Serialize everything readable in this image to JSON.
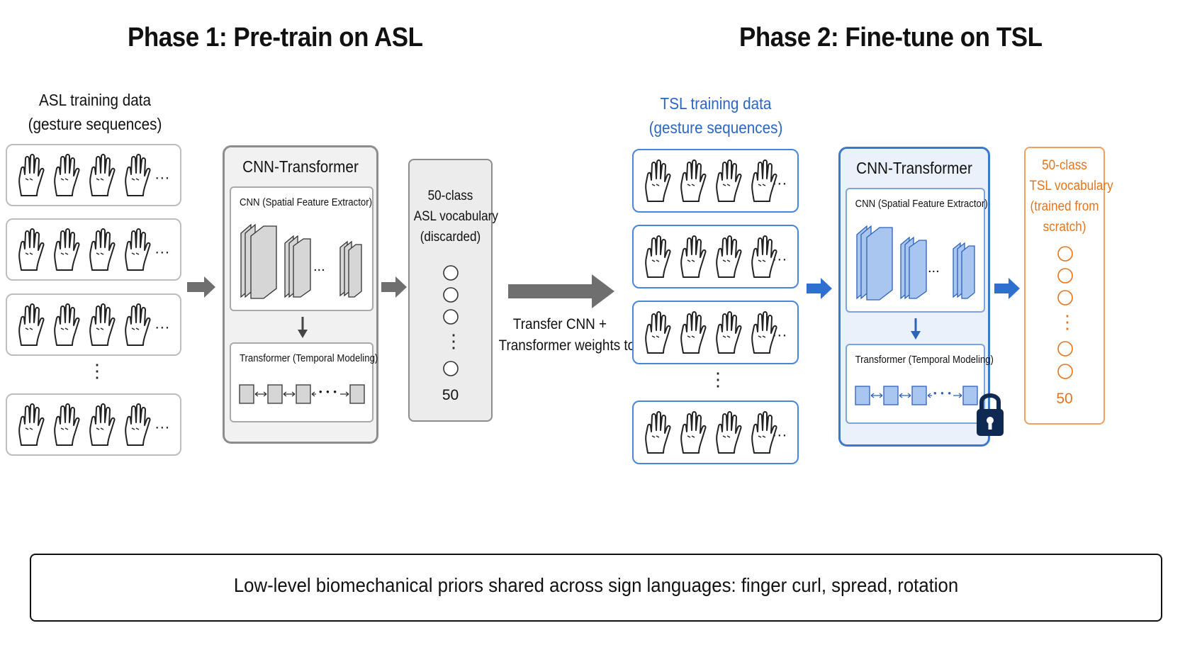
{
  "phase1": {
    "title": "Phase 1: Pre-train on ASL",
    "data_label_line1": "ASL training data",
    "data_label_line2": "(gesture sequences)",
    "sequence_ellipsis": "...",
    "vertical_ellipsis": "⋮",
    "model": {
      "title": "CNN-Transformer",
      "cnn_label": "CNN (Spatial Feature Extractor)",
      "transformer_label": "Transformer (Temporal Modeling)",
      "cnn_ellipsis": "...",
      "seq_dots": "• • •"
    },
    "vocab": {
      "line1": "50-class",
      "line2": "ASL vocabulary",
      "line3": "(discarded)",
      "count": "50",
      "dots": "⋮"
    }
  },
  "transfer": {
    "line1": "Transfer CNN +",
    "line2": "Transformer weights to"
  },
  "phase2": {
    "title": "Phase 2: Fine-tune on TSL",
    "data_label_line1": "TSL training data",
    "data_label_line2": "(gesture sequences)",
    "sequence_ellipsis": "...",
    "vertical_ellipsis": "⋮",
    "model": {
      "title": "CNN-Transformer",
      "cnn_label": "CNN (Spatial Feature Extractor)",
      "transformer_label": "Transformer (Temporal Modeling)",
      "cnn_ellipsis": "...",
      "seq_dots": "• • •"
    },
    "vocab": {
      "line1": "50-class",
      "line2": "TSL vocabulary",
      "line3": "(trained from",
      "line4": "scratch)",
      "count": "50",
      "dots": "⋮"
    }
  },
  "footer": {
    "text": "Low-level biomechanical priors shared across sign languages: finger curl, spread, rotation"
  },
  "colors": {
    "gray_border": "#8d8d8d",
    "blue_accent": "#3b78cf",
    "orange_accent": "#e8741a",
    "arrow_gray": "#6f6f6f"
  },
  "icons": {
    "hand": "hand-gesture-icon",
    "lock": "lock-icon",
    "arrow": "arrow-right-icon"
  }
}
